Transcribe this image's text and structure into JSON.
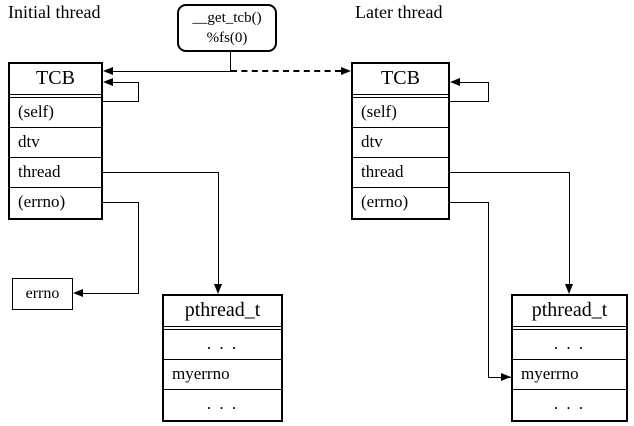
{
  "diagram": {
    "title_left": "Initial thread",
    "title_right": "Later thread",
    "callout": {
      "line1": "__get_tcb()",
      "line2": "%fs(0)"
    },
    "tcb_left": {
      "title": "TCB",
      "fields": [
        "(self)",
        "dtv",
        "thread",
        "(errno)"
      ]
    },
    "tcb_right": {
      "title": "TCB",
      "fields": [
        "(self)",
        "dtv",
        "thread",
        "(errno)"
      ]
    },
    "pthread_left": {
      "title": "pthread_t",
      "fields": [
        ". . .",
        "myerrno",
        ". . ."
      ]
    },
    "pthread_right": {
      "title": "pthread_t",
      "fields": [
        ". . .",
        "myerrno",
        ". . ."
      ]
    },
    "errno_box": {
      "label": "errno"
    },
    "colors": {
      "stroke": "#000000",
      "background": "#ffffff"
    }
  }
}
